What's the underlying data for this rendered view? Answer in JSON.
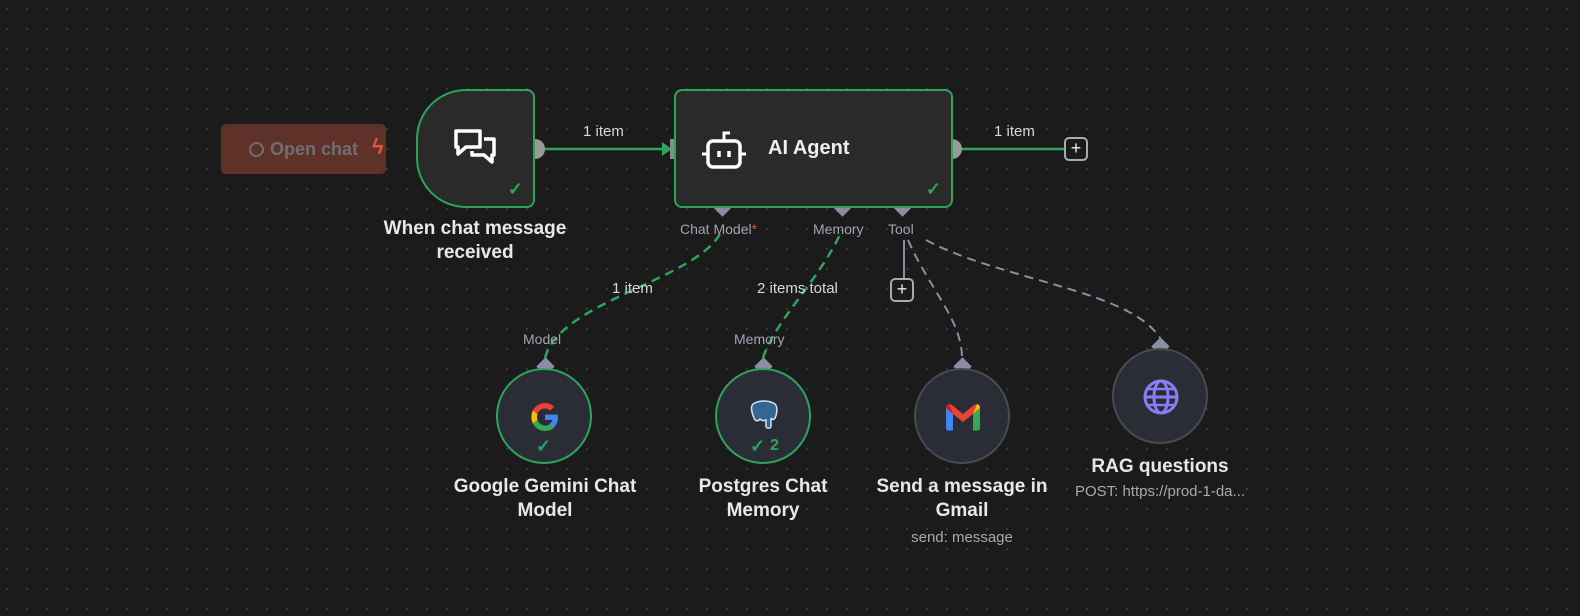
{
  "open_chat": {
    "label": "Open chat",
    "icon": "chat-bubble-icon",
    "badge_icon": "lightning-icon"
  },
  "nodes": {
    "trigger": {
      "title_line1": "When chat message",
      "title_line2": "received",
      "icon": "chat-messages-icon",
      "status": "success"
    },
    "agent": {
      "title": "AI Agent",
      "icon": "robot-icon",
      "status": "success",
      "ports": {
        "chat_model": "Chat Model",
        "required_mark": "*",
        "memory": "Memory",
        "tool": "Tool"
      }
    },
    "gemini": {
      "title_line1": "Google Gemini Chat",
      "title_line2": "Model",
      "port": "Model",
      "status": "success"
    },
    "postgres": {
      "title_line1": "Postgres Chat",
      "title_line2": "Memory",
      "port": "Memory",
      "status": "success",
      "run_count": "2"
    },
    "gmail": {
      "title_line1": "Send a message in",
      "title_line2": "Gmail",
      "subtitle": "send: message"
    },
    "rag": {
      "title": "RAG questions",
      "subtitle": "POST: https://prod-1-da..."
    }
  },
  "edges": {
    "trigger_to_agent": "1 item",
    "agent_out": "1 item",
    "model_to_agent": "1 item",
    "memory_to_agent": "2 items total"
  },
  "colors": {
    "success": "#2ca55a",
    "port": "#8c8da3",
    "canvas": "#1b1b1c"
  }
}
